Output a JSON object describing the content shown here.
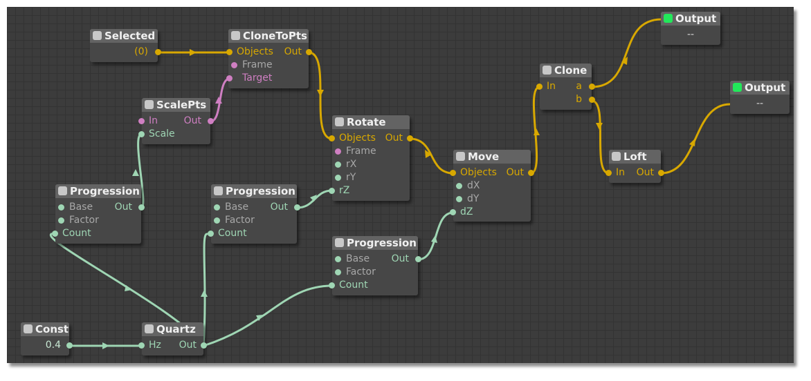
{
  "colors": {
    "canvas": "#3c3c3c",
    "node_body": "#474747",
    "node_header": "#636363",
    "wire_object": "#d8a800",
    "wire_number": "#9fd6b4",
    "wire_frame": "#cf7fc2",
    "toggle_off": "#c8c8c8",
    "toggle_on": "#22e85a"
  },
  "nodes": {
    "selected": {
      "title": "Selected",
      "value": "(0)"
    },
    "clonetopts": {
      "title": "CloneToPts",
      "in_objects": "Objects",
      "in_frame": "Frame",
      "in_target": "Target",
      "out": "Out"
    },
    "scalepts": {
      "title": "ScalePts",
      "in_in": "In",
      "in_scale": "Scale",
      "out": "Out"
    },
    "rotate": {
      "title": "Rotate",
      "in_objects": "Objects",
      "in_frame": "Frame",
      "in_rx": "rX",
      "in_ry": "rY",
      "in_rz": "rZ",
      "out": "Out"
    },
    "move": {
      "title": "Move",
      "in_objects": "Objects",
      "in_dx": "dX",
      "in_dy": "dY",
      "in_dz": "dZ",
      "out": "Out"
    },
    "clone": {
      "title": "Clone",
      "in_in": "In",
      "out_a": "a",
      "out_b": "b"
    },
    "output1": {
      "title": "Output",
      "value": "--"
    },
    "output2": {
      "title": "Output",
      "value": "--"
    },
    "loft": {
      "title": "Loft",
      "in_in": "In",
      "out": "Out"
    },
    "progression1": {
      "title": "Progression",
      "in_base": "Base",
      "in_factor": "Factor",
      "in_count": "Count",
      "out": "Out"
    },
    "progression2": {
      "title": "Progression",
      "in_base": "Base",
      "in_factor": "Factor",
      "in_count": "Count",
      "out": "Out"
    },
    "progression3": {
      "title": "Progression",
      "in_base": "Base",
      "in_factor": "Factor",
      "in_count": "Count",
      "out": "Out"
    },
    "const": {
      "title": "Const",
      "value": "0.4"
    },
    "quartz": {
      "title": "Quartz",
      "in_hz": "Hz",
      "out": "Out"
    }
  }
}
